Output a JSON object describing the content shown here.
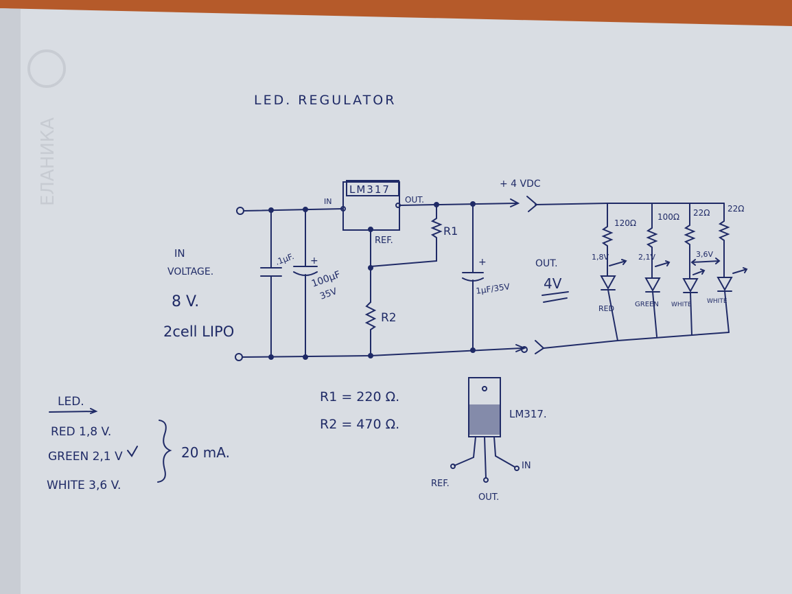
{
  "title": "LED. REGULATOR",
  "ink_color": "#1f2a66",
  "paper_color": "#d9dde3",
  "watermark": "ЕЛАНИКА",
  "input": {
    "line1": "IN",
    "line2": "VOLTAGE.",
    "voltage": "8 V.",
    "source": "2cell LIPO"
  },
  "regulator": {
    "name": "LM317",
    "pin_in": "IN",
    "pin_out": "OUT.",
    "pin_ref": "REF."
  },
  "components": {
    "c1": ".1µF.",
    "c1_plus": "+",
    "c2_line1": "100µF",
    "c2_line2": "35V",
    "c3": "1µF/35V",
    "c3_plus": "+",
    "r1": "R1",
    "r2": "R2"
  },
  "output": {
    "rail": "+ 4 VDC",
    "label1": "OUT.",
    "label2": "4V"
  },
  "leds": [
    {
      "resistor": "120Ω",
      "voltage": "1,8V",
      "color": "RED"
    },
    {
      "resistor": "100Ω",
      "voltage": "2,1V",
      "color": "GREEN"
    },
    {
      "resistor": "22Ω",
      "voltage": "3,6V",
      "color": "WHITE"
    },
    {
      "resistor": "22Ω",
      "voltage": "",
      "color": "WHITE"
    }
  ],
  "legend": {
    "heading": "LED.",
    "rows": [
      "RED 1,8 V.",
      "GREEN 2,1 V",
      "WHITE 3,6 V."
    ],
    "current": "20 mA."
  },
  "values": {
    "r1": "R1 = 220 Ω.",
    "r2": "R2 = 470 Ω."
  },
  "pinout": {
    "name": "LM317.",
    "ref": "REF.",
    "out": "OUT.",
    "in": "IN"
  }
}
